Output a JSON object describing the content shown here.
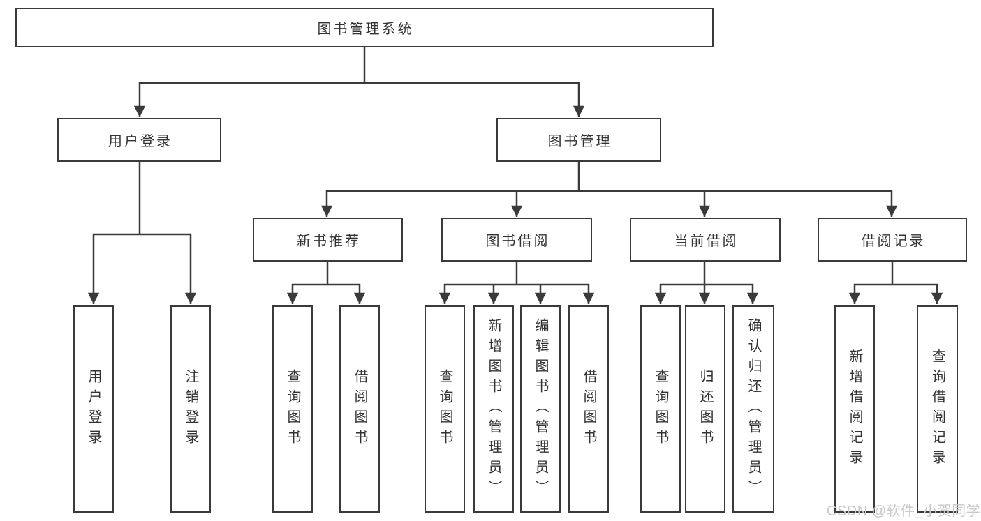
{
  "diagram": {
    "root": {
      "label": "图书管理系统"
    },
    "level2": {
      "user_login": {
        "label": "用户登录"
      },
      "book_management": {
        "label": "图书管理"
      }
    },
    "level3": {
      "new_book_recommend": {
        "label": "新书推荐"
      },
      "book_borrow": {
        "label": "图书借阅"
      },
      "current_borrow": {
        "label": "当前借阅"
      },
      "borrow_record": {
        "label": "借阅记录"
      }
    },
    "leaves": {
      "user_login": {
        "label": "用户登录"
      },
      "logout": {
        "label": "注销登录"
      },
      "recommend_query_book": {
        "label": "查询图书"
      },
      "recommend_borrow_book": {
        "label": "借阅图书"
      },
      "borrow_query_book": {
        "label": "查询图书"
      },
      "borrow_add_book": {
        "label": "新增图书（管理员）"
      },
      "borrow_edit_book": {
        "label": "编辑图书（管理员）"
      },
      "borrow_borrow_book": {
        "label": "借阅图书"
      },
      "current_query_book": {
        "label": "查询图书"
      },
      "current_return_book": {
        "label": "归还图书"
      },
      "current_confirm_return": {
        "label": "确认归还（管理员）"
      },
      "record_add": {
        "label": "新增借阅记录"
      },
      "record_query": {
        "label": "查询借阅记录"
      }
    },
    "watermark": "CSDN @软件_小贺同学",
    "colors": {
      "line": "#3a3a3a",
      "text": "#333333",
      "watermark": "#c9c9c9",
      "background": "#ffffff"
    }
  }
}
